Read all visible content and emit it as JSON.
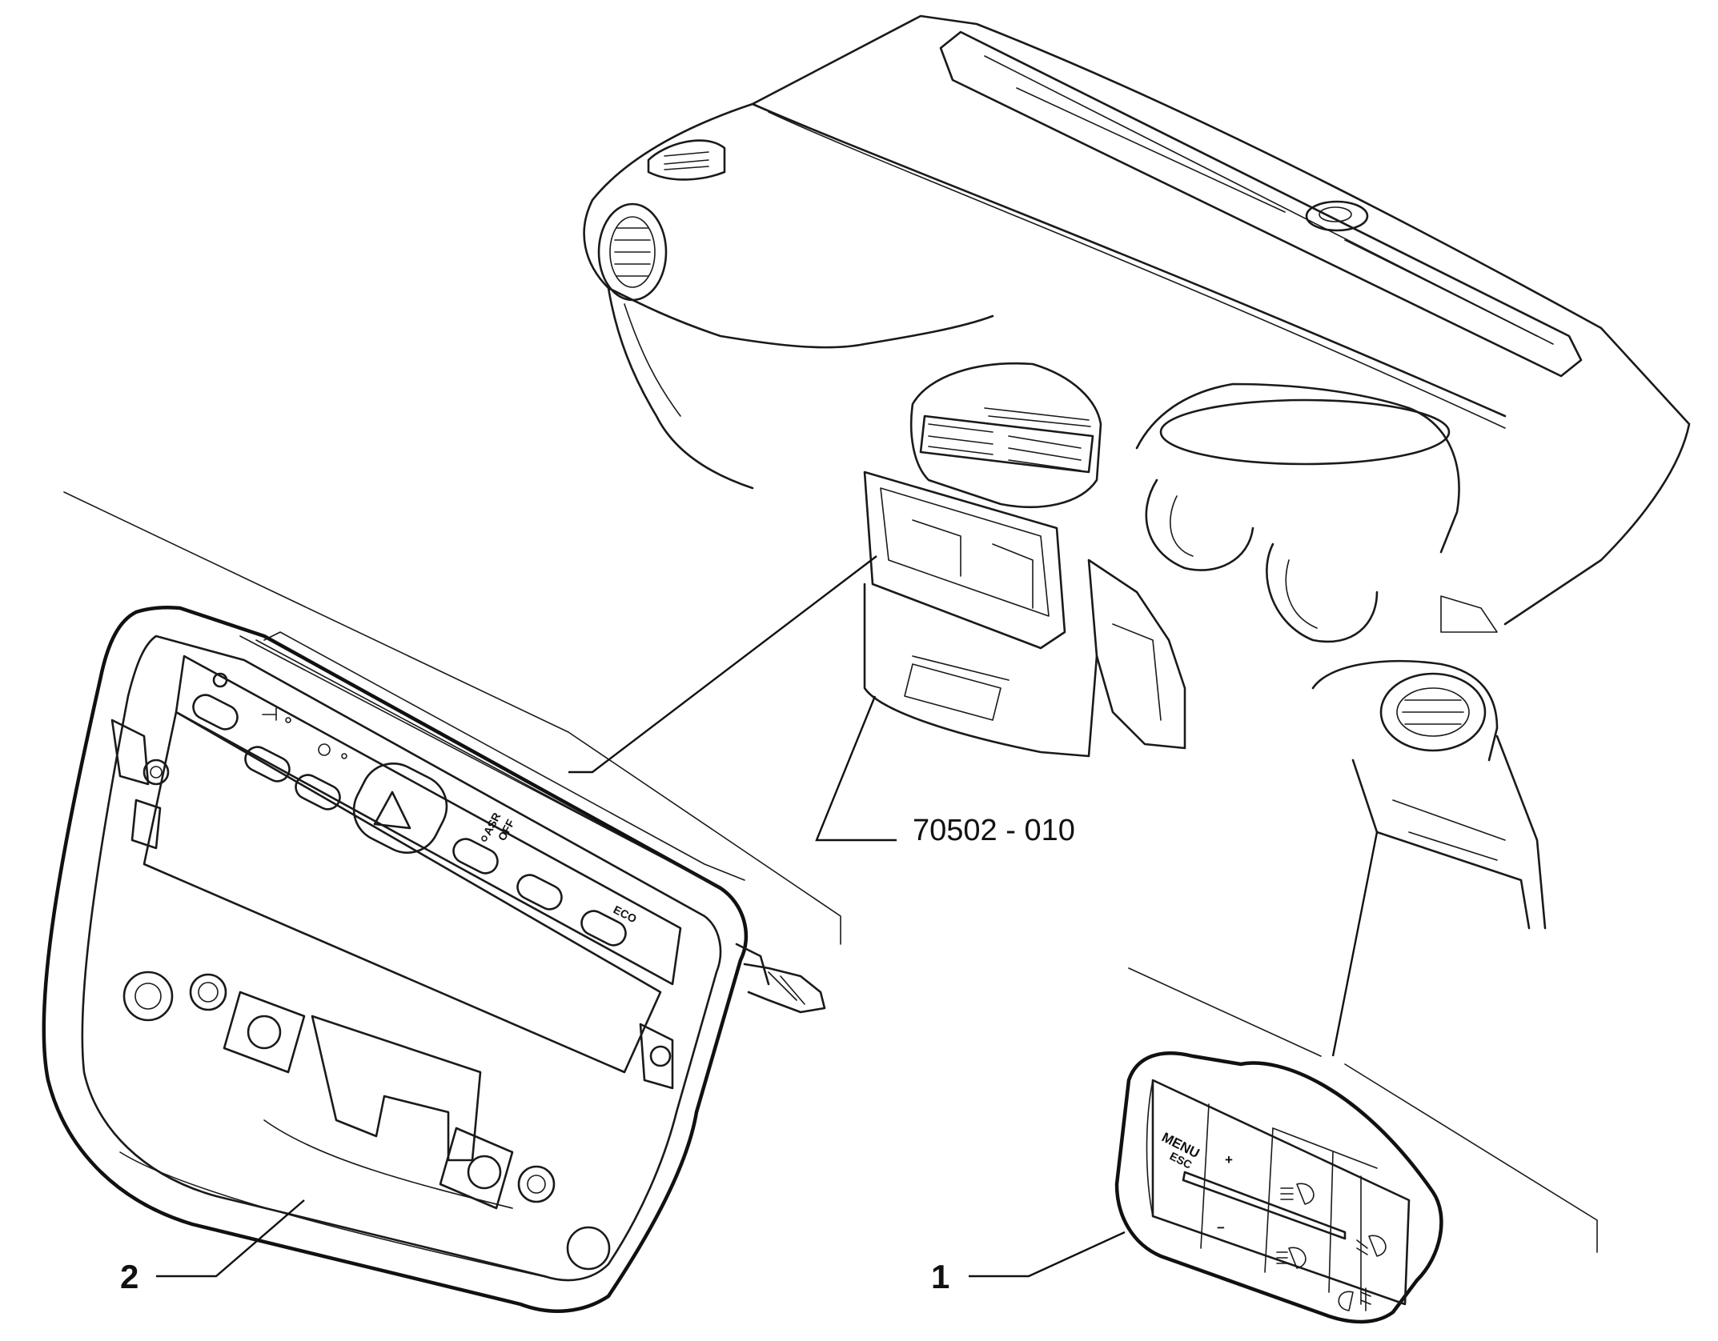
{
  "callouts": {
    "part_code": "70502 - 010",
    "item_1": "1",
    "item_2": "2"
  },
  "switch_panel": {
    "menu_label": "MENU",
    "esc_label": "ESC",
    "plus_symbol": "+",
    "minus_symbol": "−"
  },
  "center_bezel": {
    "asr_label": "ASR",
    "off_label": "OFF",
    "eco_label": "ECO"
  },
  "colors": {
    "line": "#1a1a1a",
    "background": "#ffffff"
  }
}
